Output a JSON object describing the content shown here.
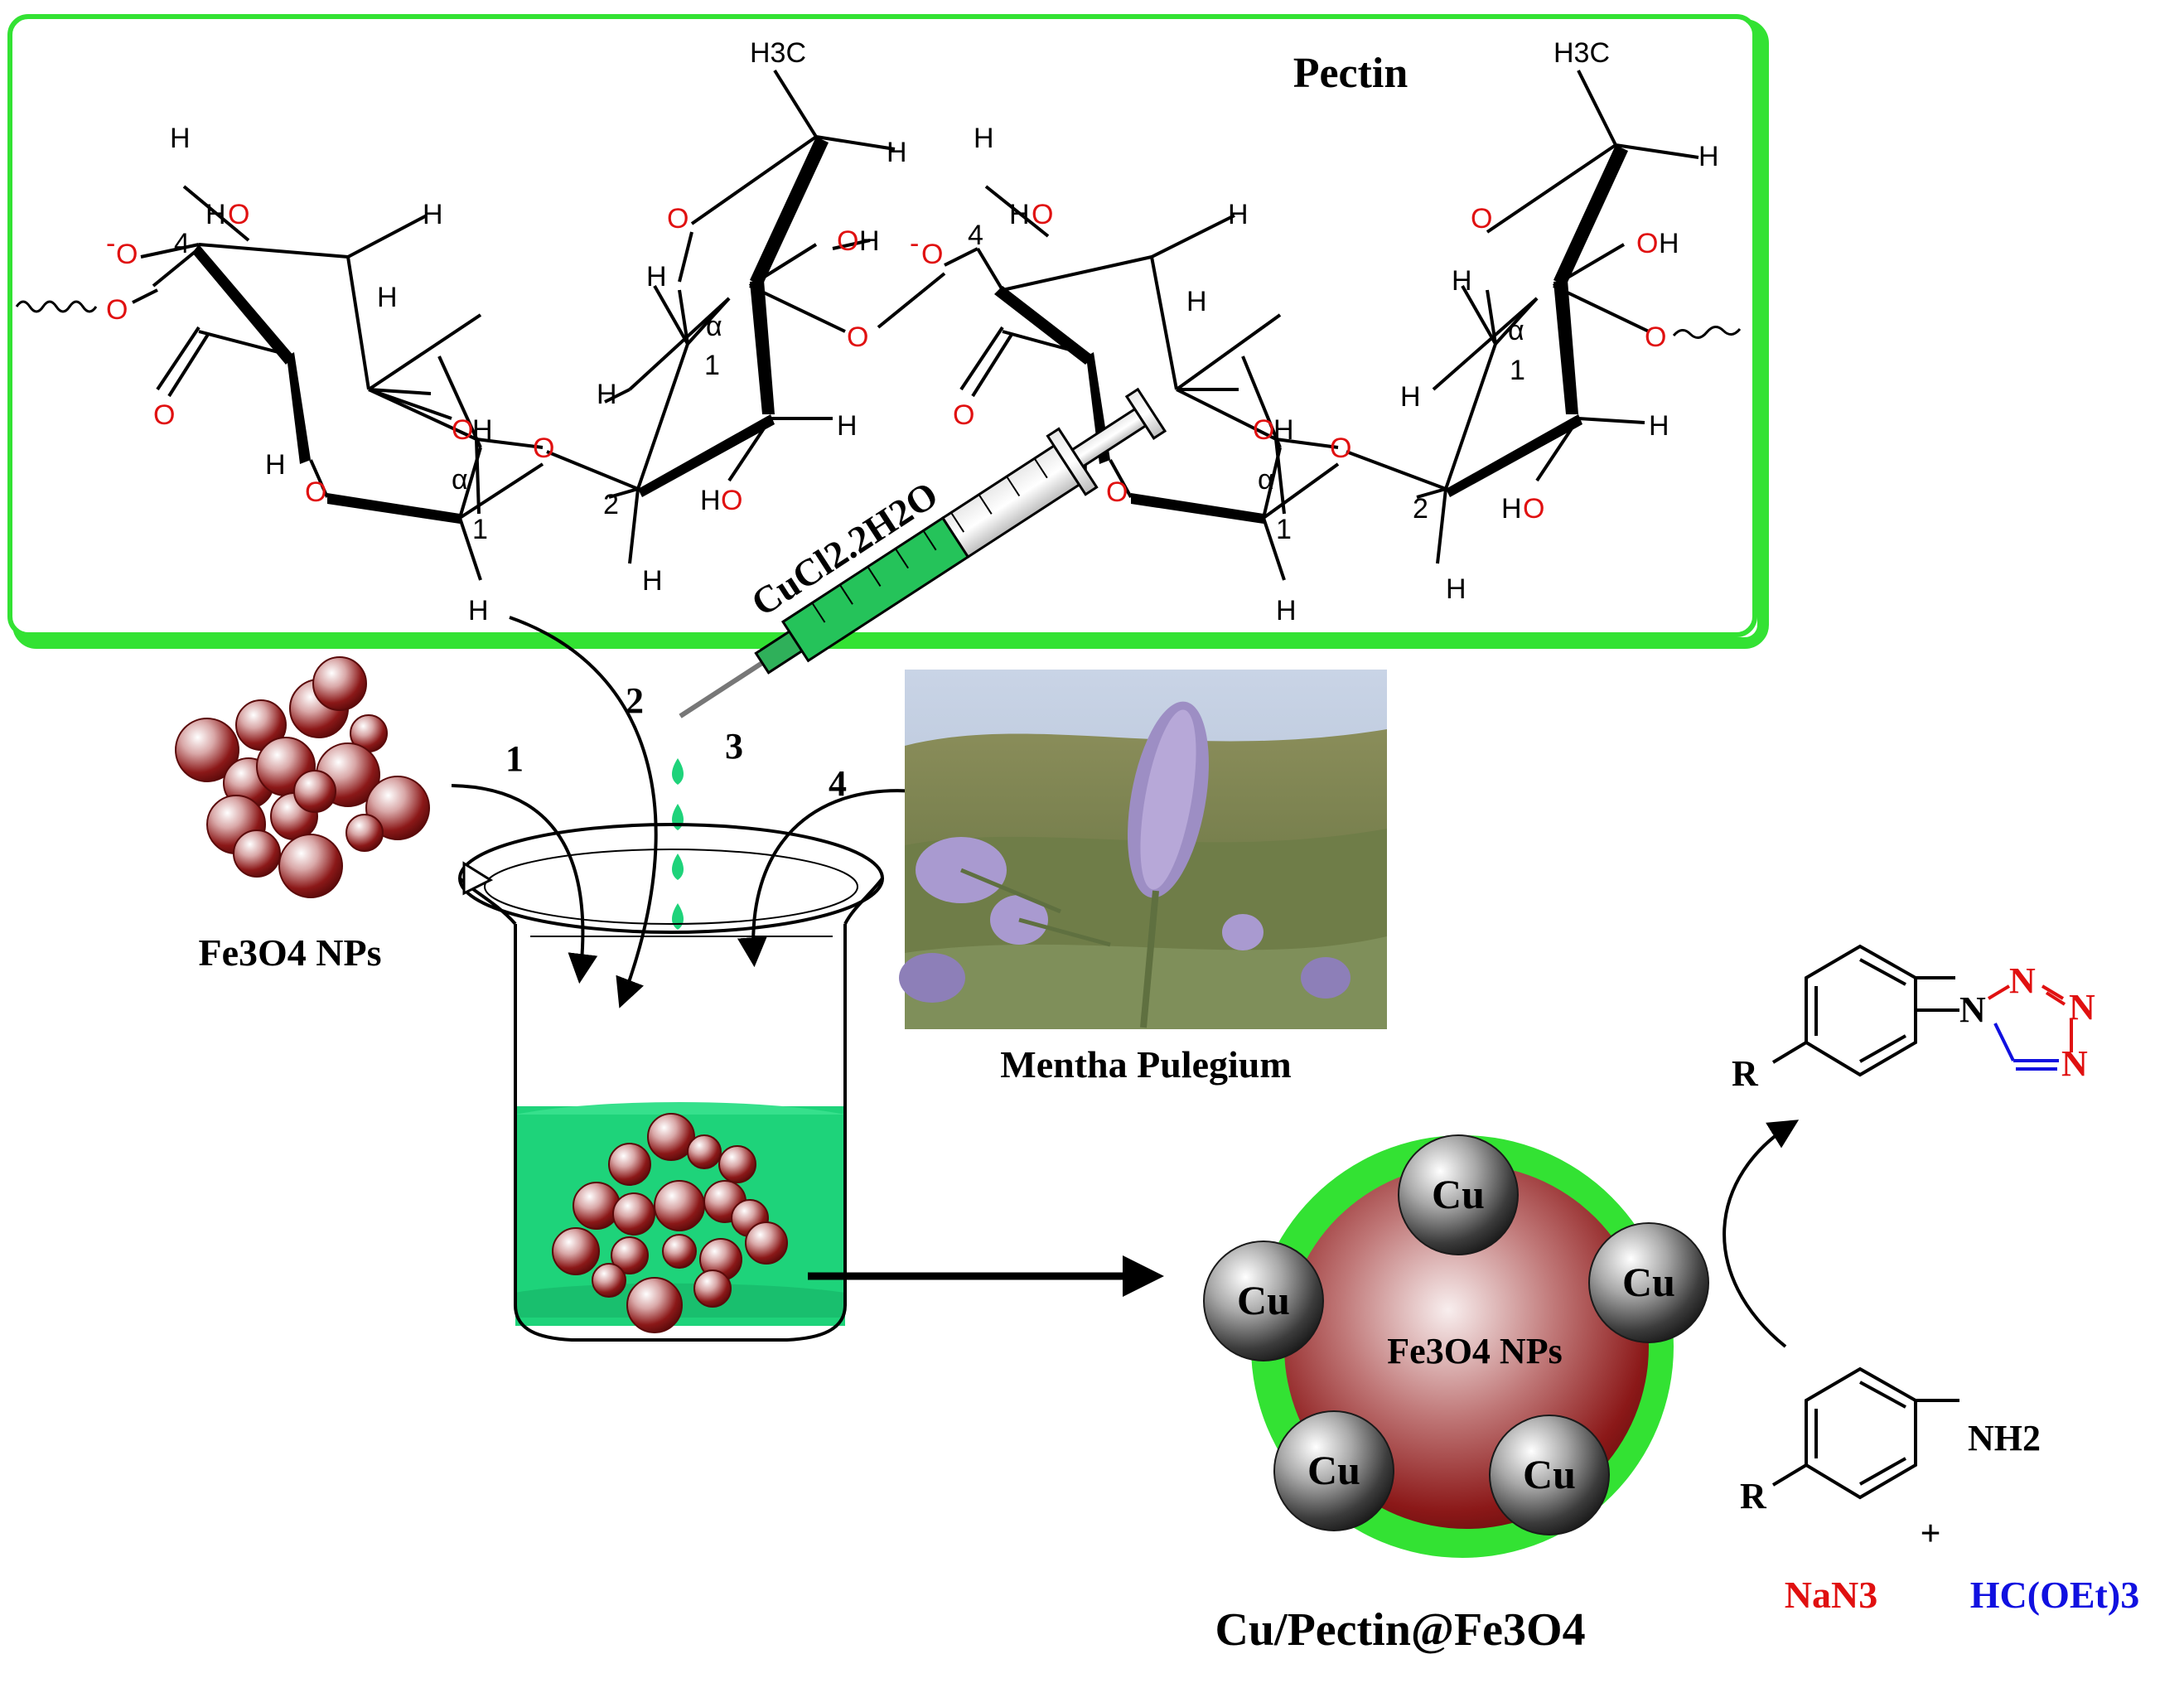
{
  "pectin": {
    "title": "Pectin",
    "atoms": {
      "H": "H",
      "O": "O",
      "O_minus": "-",
      "OH": "OH",
      "HO": "HO",
      "H3C": "H3C",
      "alpha": "α",
      "pos1": "1",
      "pos2": "2",
      "pos4": "4"
    }
  },
  "steps": {
    "s1": "1",
    "s2": "2",
    "s3": "3",
    "s4": "4"
  },
  "labels": {
    "reagent_cucl2": "CuCl2.2H2O",
    "fe3o4_nps": "Fe3O4 NPs",
    "plant": "Mentha Pulegium",
    "core_label": "Fe3O4 NPs",
    "cu": "Cu",
    "catalyst": "Cu/Pectin@Fe3O4"
  },
  "reaction": {
    "product_n": "N",
    "r_group": "R",
    "amine": "NH2",
    "plus": "+",
    "reagent1": "NaN3",
    "reagent2": "HC(OEt)3"
  },
  "colors": {
    "frame_green": "#33e233",
    "liquid_green": "#1ed37a",
    "oxygen_red": "#e01010",
    "nitrogen_red": "#e01010",
    "nitrogen_blue": "#1010e0",
    "particle_core": "#8b1818",
    "cu_gray": "#555555"
  }
}
